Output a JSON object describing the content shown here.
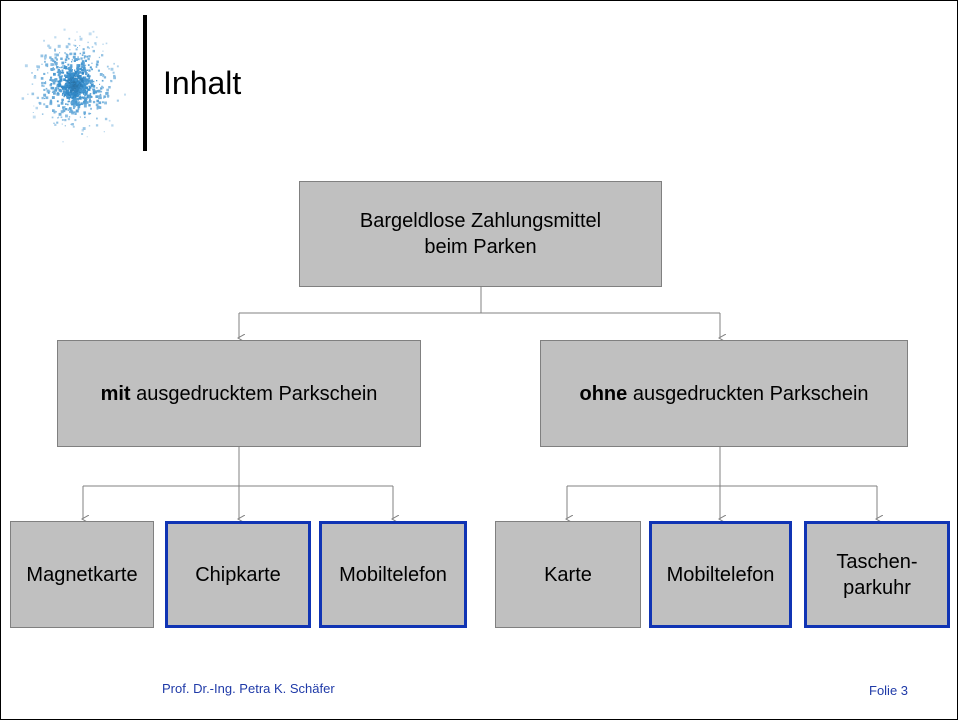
{
  "header": {
    "title": "Inhalt"
  },
  "diagram": {
    "root": {
      "line1": "Bargeldlose Zahlungsmittel",
      "line2": "beim Parken"
    },
    "left_branch": {
      "bold": "mit",
      "rest": " ausgedrucktem Parkschein"
    },
    "right_branch": {
      "bold": "ohne",
      "rest": " ausgedruckten Parkschein"
    },
    "leaves": {
      "magnetkarte": "Magnetkarte",
      "chipkarte": "Chipkarte",
      "mobiltelefon_left": "Mobiltelefon",
      "karte": "Karte",
      "mobiltelefon_right": "Mobiltelefon",
      "taschen_line1": "Taschen-",
      "taschen_line2": "parkuhr"
    }
  },
  "footer": {
    "author": "Prof. Dr.-Ing. Petra K. Schäfer",
    "slide_number": "Folie 3"
  },
  "colors": {
    "box_fill": "#c0c0c0",
    "highlight_border": "#1034b4",
    "footer_text": "#1f3aa8"
  }
}
